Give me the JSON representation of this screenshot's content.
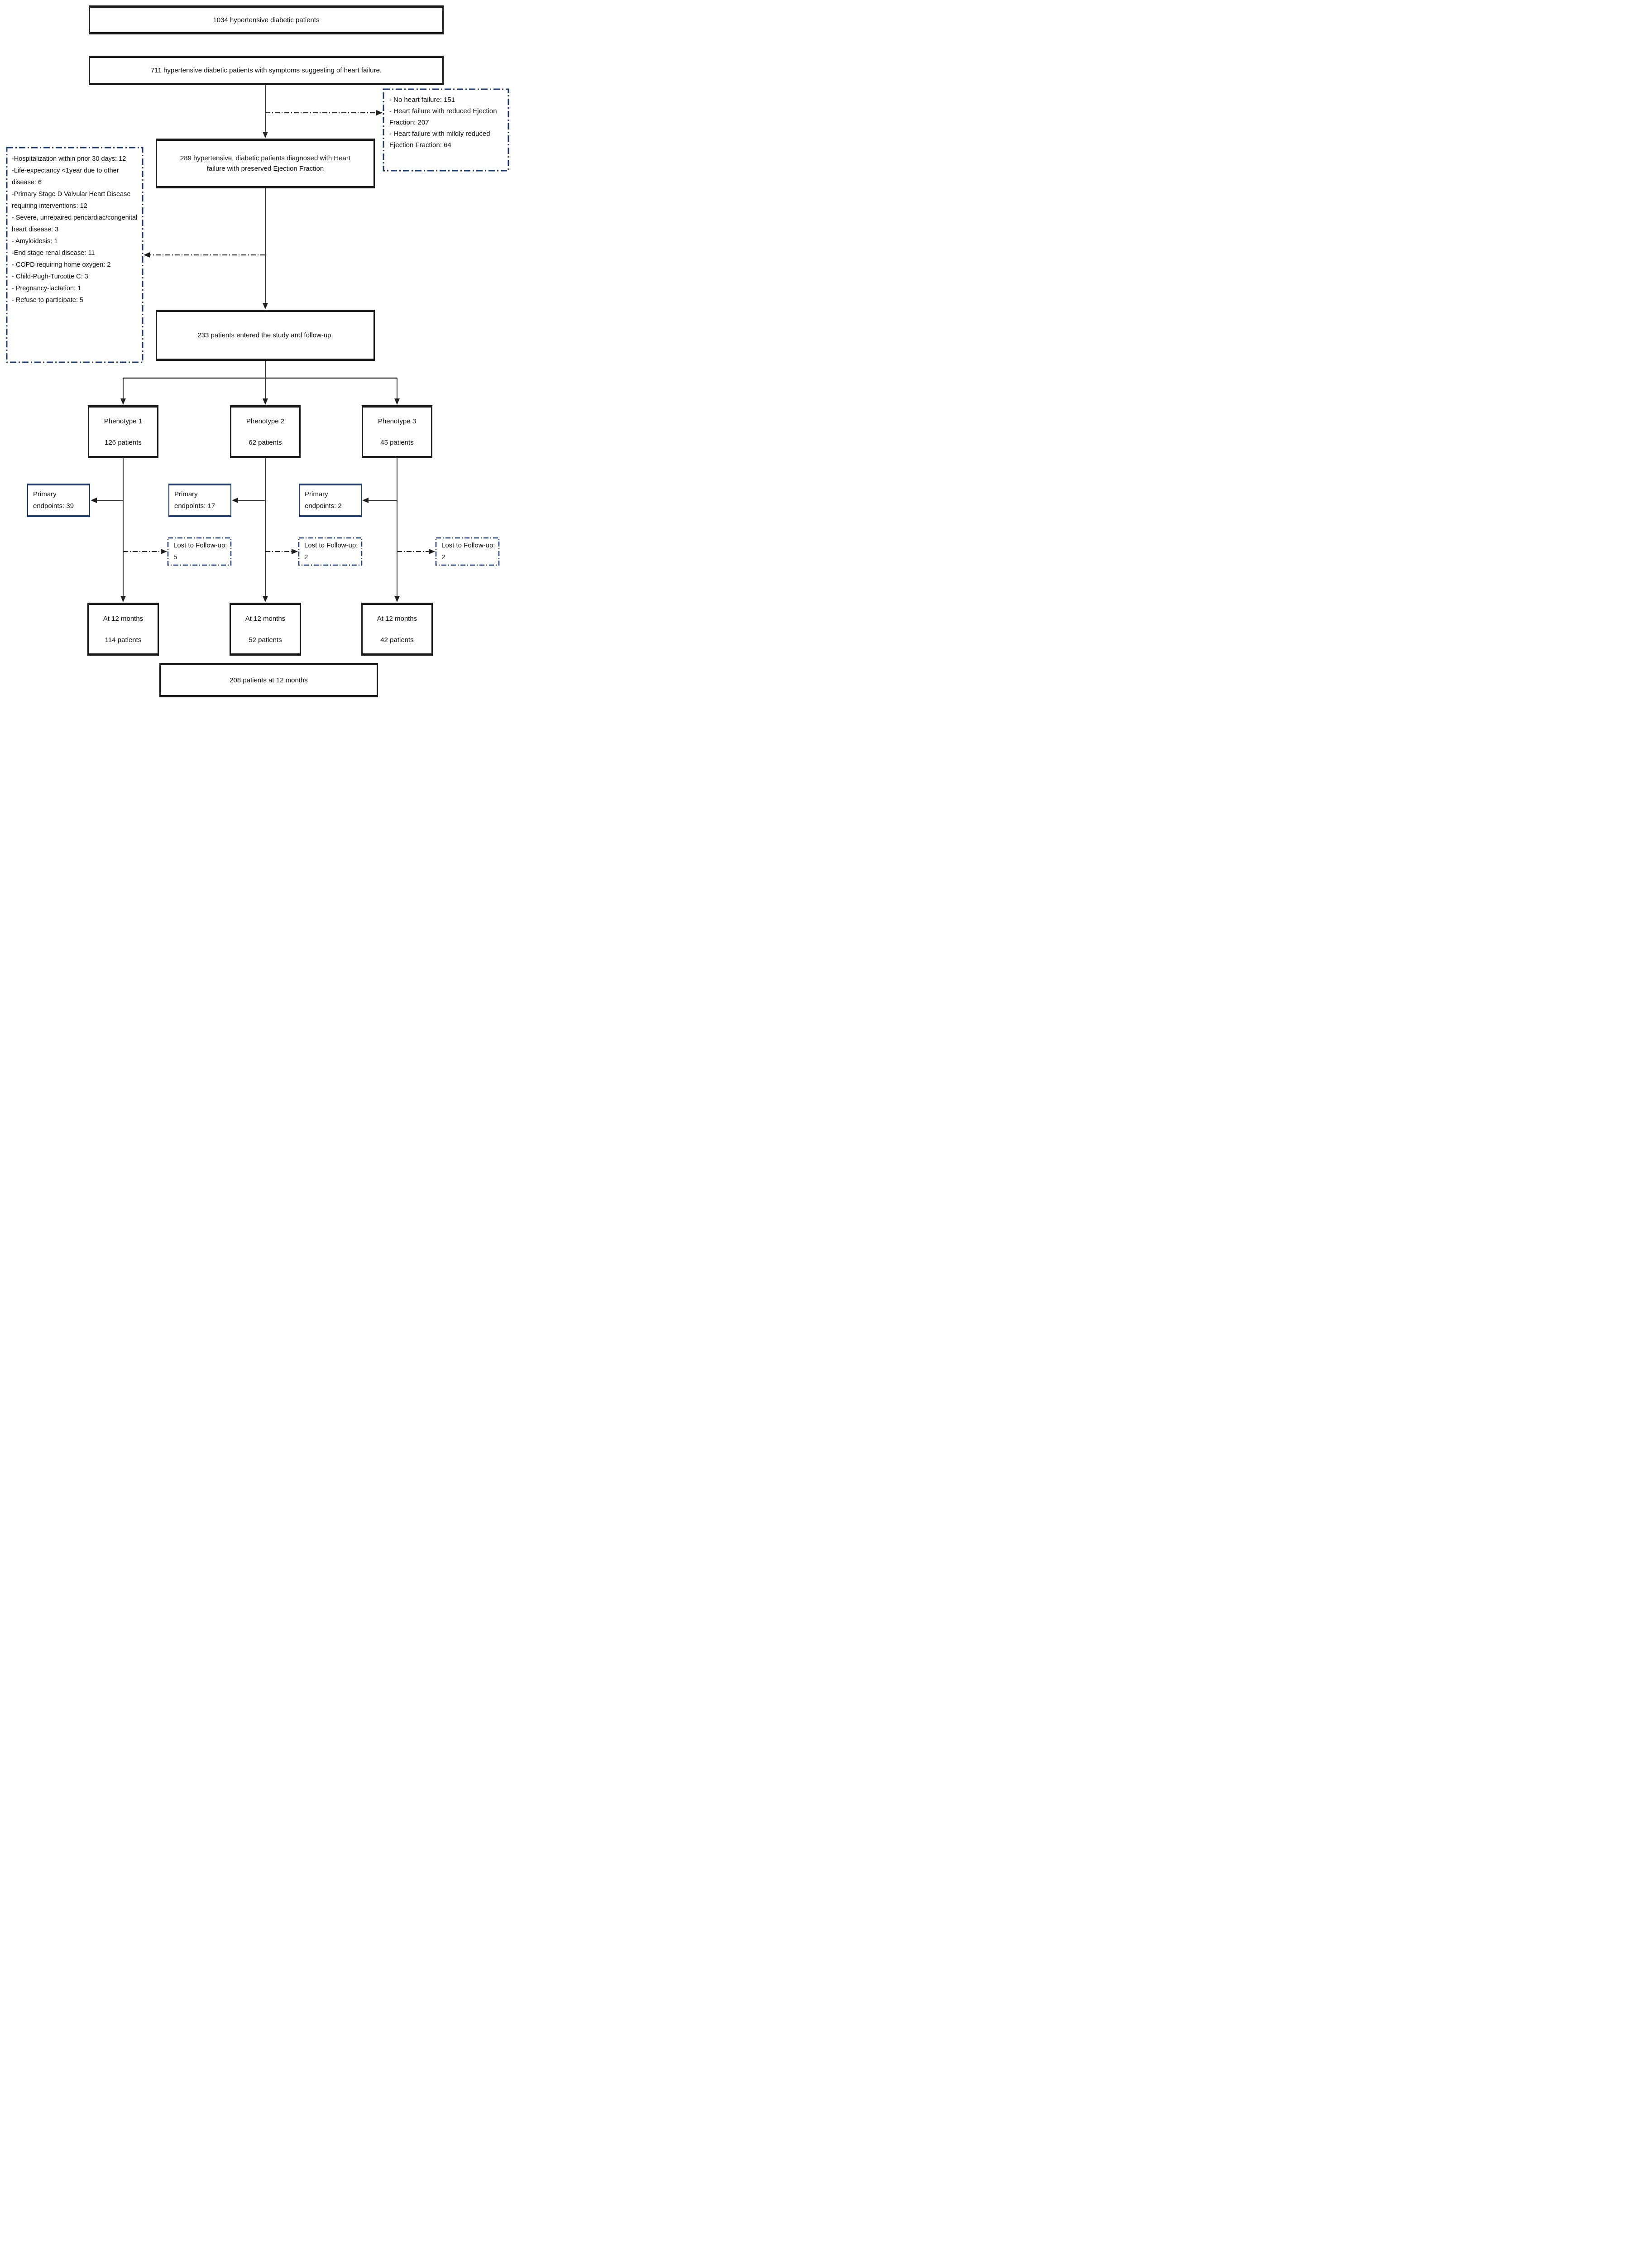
{
  "colors": {
    "box_border": "#1a1a1a",
    "dashed_border": "#203864",
    "connector": "#1f1f1f",
    "text": "#111111",
    "background": "#ffffff"
  },
  "flow": {
    "total": "1034 hypertensive diabetic patients",
    "symptomatic": "711 hypertensive diabetic patients with symptoms suggesting of heart failure.",
    "hf_classification_exclusions": {
      "lines": [
        "- No heart failure: 151",
        "- Heart failure with reduced Ejection Fraction: 207",
        "- Heart failure with mildly reduced Ejection Fraction: 64"
      ]
    },
    "hfpef": "289 hypertensive, diabetic patients diagnosed with Heart failure with preserved Ejection Fraction",
    "study_exclusions": {
      "lines": [
        "-Hospitalization within prior 30 days: 12",
        "-Life-expectancy <1year due to other disease: 6",
        "-Primary Stage D Valvular Heart Disease requiring interventions: 12",
        "- Severe, unrepaired pericardiac/congenital heart disease: 3",
        "- Amyloidosis: 1",
        "-End stage renal disease: 11",
        "- COPD requiring home oxygen: 2",
        "- Child-Pugh-Turcotte C: 3",
        "- Pregnancy-lactation: 1",
        "- Refuse to participate: 5"
      ]
    },
    "entered": "233 patients entered the study and follow-up.",
    "phenotypes": [
      {
        "name": "Phenotype 1",
        "count": "126 patients",
        "primary_endpoints": "Primary endpoints: 39",
        "lost_followup": "Lost to Follow-up: 5",
        "at12_label": "At 12 months",
        "at12_count": "114 patients"
      },
      {
        "name": "Phenotype 2",
        "count": "62 patients",
        "primary_endpoints": "Primary endpoints: 17",
        "lost_followup": "Lost to Follow-up: 2",
        "at12_label": "At 12 months",
        "at12_count": "52 patients"
      },
      {
        "name": "Phenotype 3",
        "count": "45 patients",
        "primary_endpoints": "Primary endpoints: 2",
        "lost_followup": "Lost to Follow-up: 2",
        "at12_label": "At 12 months",
        "at12_count": "42 patients"
      }
    ],
    "final": "208 patients at 12 months"
  }
}
